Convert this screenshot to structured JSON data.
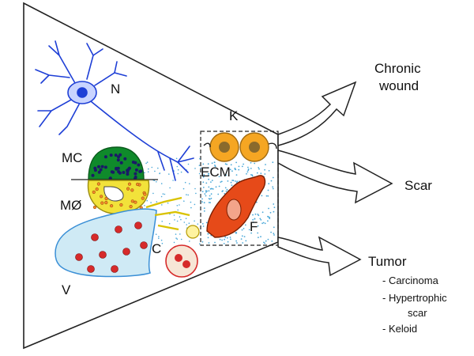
{
  "labels": {
    "neuron": "N",
    "mast_cell": "MC",
    "macrophage": "MØ",
    "capillary": "C",
    "vessel": "V",
    "keratinocyte": "K",
    "ecm": "ECM",
    "fibroblast": "F"
  },
  "outcomes": {
    "chronic_line1": "Chronic",
    "chronic_line2": "wound",
    "scar": "Scar",
    "tumor": "Tumor",
    "tumor_items": [
      "- Carcinoma",
      "- Hypertrophic",
      "scar",
      "- Keloid"
    ]
  },
  "colors": {
    "neuron": "#1e3fd6",
    "mast_cell_top": "#0f8a2b",
    "macrophage": "#f2e23a",
    "vessel_fill": "#cfeaf5",
    "vessel_line": "#3a8fd6",
    "blood_cell": "#d62a2a",
    "keratinocyte": "#f5a623",
    "fibroblast": "#e64a19",
    "ecm_dots": "#4aa8d8"
  }
}
